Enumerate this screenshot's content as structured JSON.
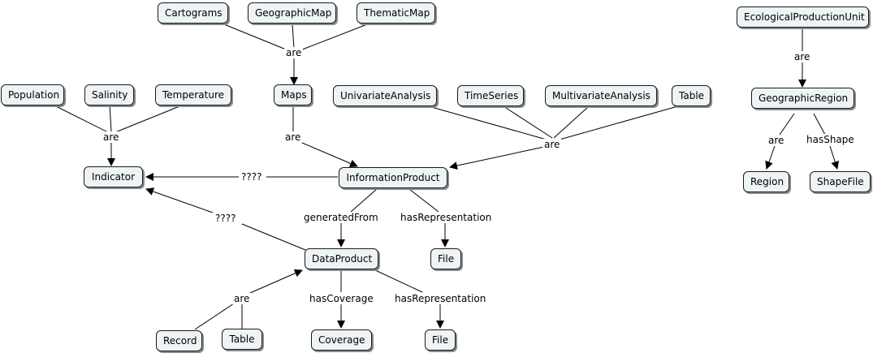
{
  "nodes": {
    "cartograms": "Cartograms",
    "geographic_map": "GeographicMap",
    "thematic_map": "ThematicMap",
    "ecological_production_unit": "EcologicalProductionUnit",
    "population": "Population",
    "salinity": "Salinity",
    "temperature": "Temperature",
    "maps": "Maps",
    "univariate_analysis": "UnivariateAnalysis",
    "time_series": "TimeSeries",
    "multivariate_analysis": "MultivariateAnalysis",
    "table_top": "Table",
    "geographic_region": "GeographicRegion",
    "indicator": "Indicator",
    "information_product": "InformationProduct",
    "region": "Region",
    "shape_file": "ShapeFile",
    "data_product": "DataProduct",
    "file_top": "File",
    "record": "Record",
    "table_bottom": "Table",
    "coverage": "Coverage",
    "file_bottom": "File"
  },
  "links": {
    "are_maps": "are",
    "are_epu": "are",
    "are_indicators": "are",
    "are_maps_ip": "are",
    "are_analysis": "are",
    "are_region": "are",
    "has_shape": "hasShape",
    "unknown_ip": "????",
    "unknown_dp": "????",
    "generated_from": "generatedFrom",
    "has_representation_ip": "hasRepresentation",
    "are_dp": "are",
    "has_coverage": "hasCoverage",
    "has_representation_dp": "hasRepresentation"
  }
}
